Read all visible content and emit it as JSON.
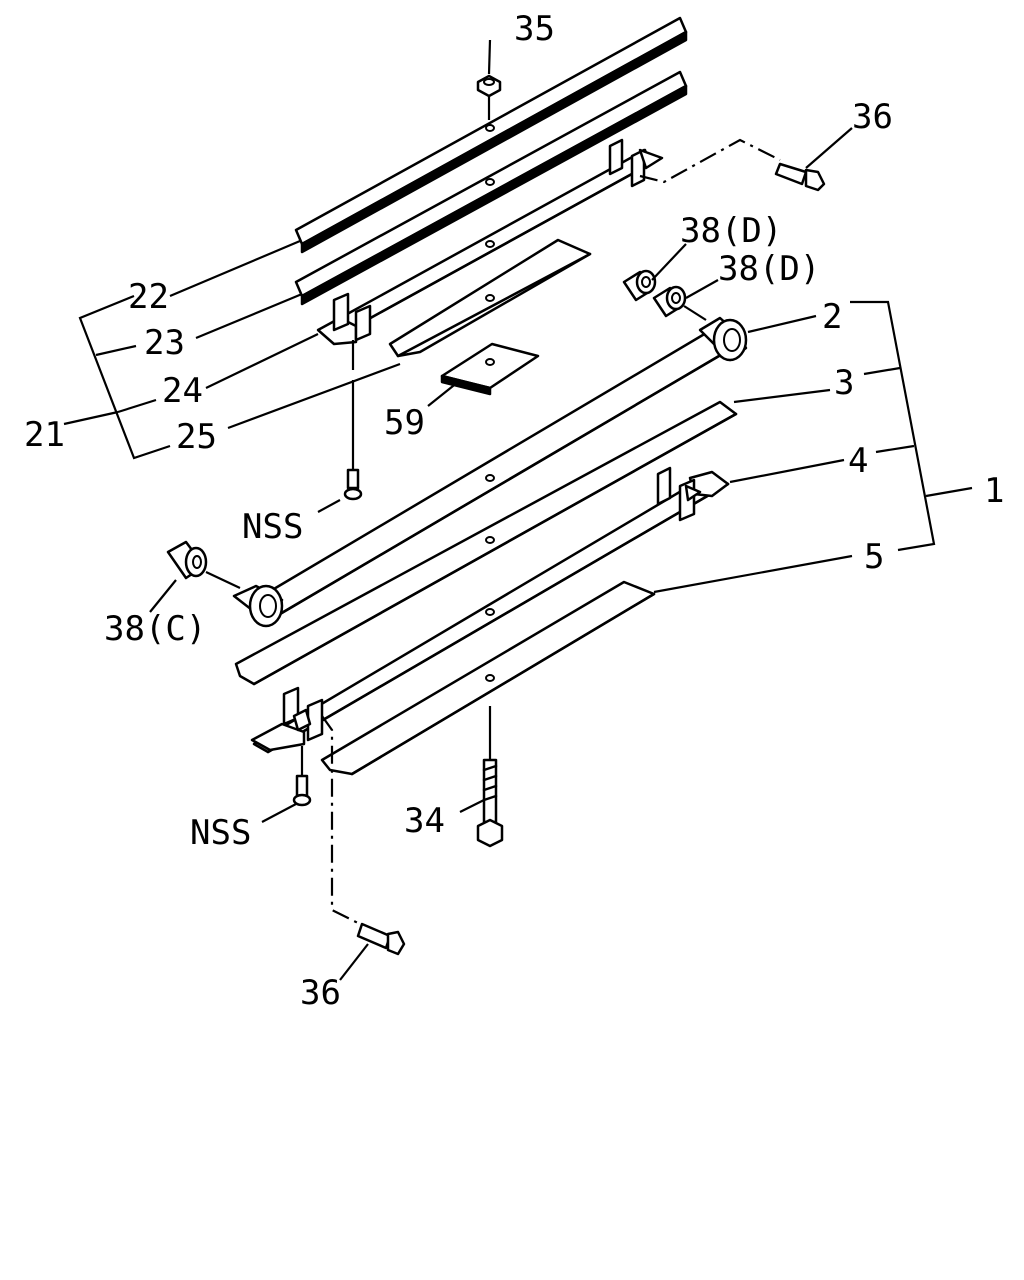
{
  "callouts": {
    "c35": "35",
    "c36_top": "36",
    "c38d_1": "38(D)",
    "c38d_2": "38(D)",
    "c2": "2",
    "c3": "3",
    "c4": "4",
    "c5": "5",
    "c1": "1",
    "c22": "22",
    "c23": "23",
    "c24": "24",
    "c21": "21",
    "c25": "25",
    "c59": "59",
    "nss_1": "NSS",
    "c38c": "38(C)",
    "nss_2": "NSS",
    "c34": "34",
    "c36_bottom": "36"
  }
}
